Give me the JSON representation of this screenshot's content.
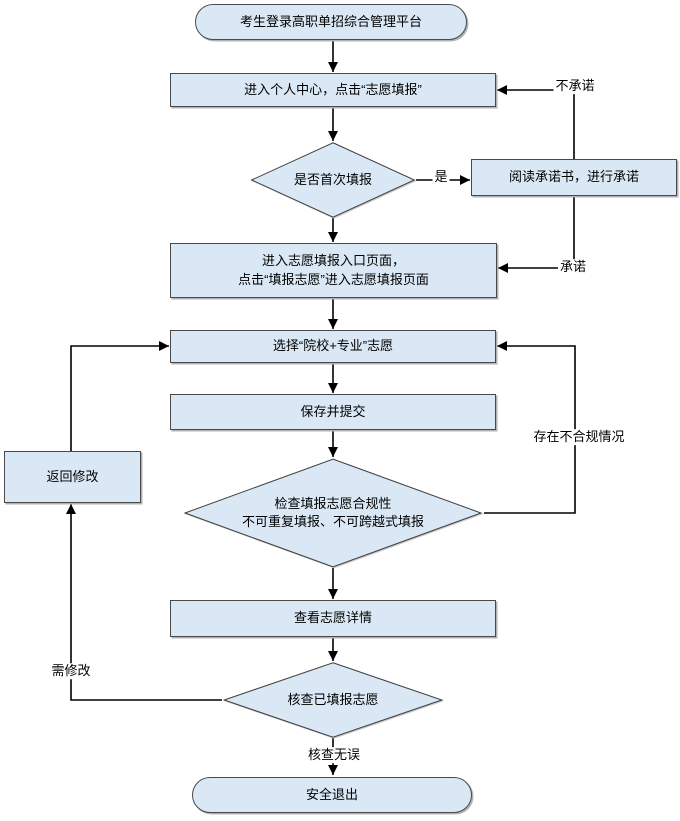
{
  "diagram": {
    "type": "flowchart",
    "colors": {
      "node_fill": "#dae8f5",
      "node_border": "#494949",
      "connector": "#000000",
      "background": "#ffffff"
    },
    "nodes": {
      "start": "考生登录高职单招综合管理平台",
      "enter_personal_center": "进入个人中心，点击“志愿填报”",
      "is_first_time": "是否首次填报",
      "read_commitment": "阅读承诺书，进行承诺",
      "entry_page": "进入志愿填报入口页面，\n点击“填报志愿”进入志愿填报页面",
      "choose_preference": "选择“院校+专业”志愿",
      "save_submit": "保存并提交",
      "check_compliance": "检查填报志愿合规性\n不可重复填报、不可跨越式填报",
      "view_details": "查看志愿详情",
      "verify_filled": "核查已填报志愿",
      "return_modify": "返回修改",
      "end": "安全退出"
    },
    "edge_labels": {
      "yes": "是",
      "no_commit": "不承诺",
      "commit": "承诺",
      "non_compliant": "存在不合规情况",
      "need_modify": "需修改",
      "verified_ok": "核查无误"
    }
  }
}
